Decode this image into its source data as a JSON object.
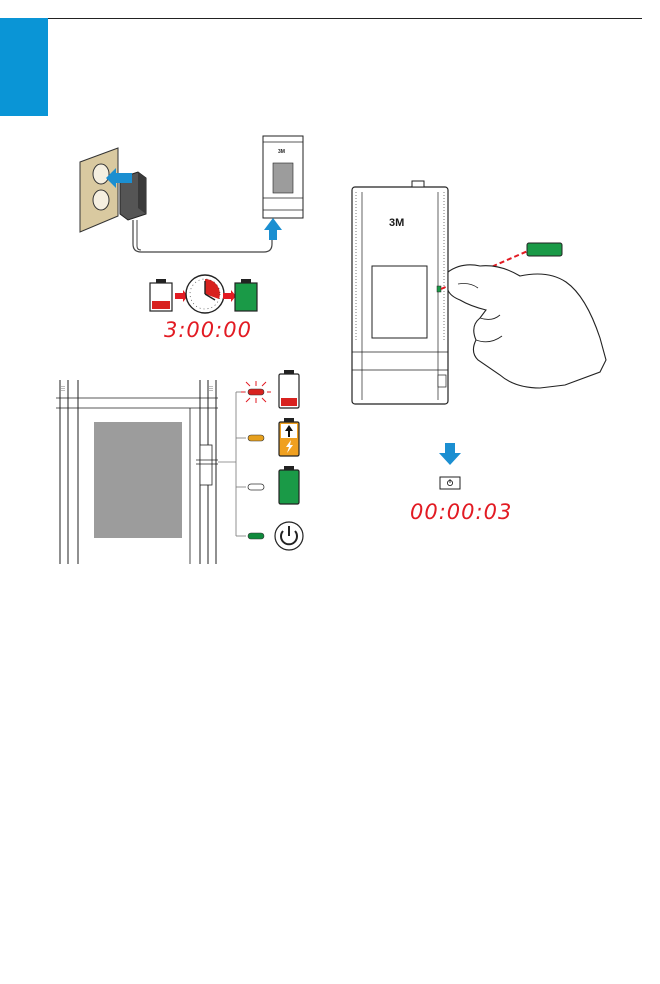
{
  "charging": {
    "duration": "3:00:00",
    "device_logo": "3M"
  },
  "activation": {
    "device_logo": "3M",
    "hold_time": "00:00:03",
    "power_symbol": "⏻"
  },
  "led_states": [
    {
      "led_color": "#d8221f",
      "meaning_icon": "battery-low-icon",
      "flashing": true
    },
    {
      "led_color": "#e6a01e",
      "meaning_icon": "battery-charging-icon",
      "flashing": false
    },
    {
      "led_color": "#ffffff",
      "meaning_icon": "battery-full-icon",
      "flashing": false
    },
    {
      "led_color": "#0f8a3c",
      "meaning_icon": "power-on-icon",
      "flashing": false
    }
  ],
  "colors": {
    "accent_blue": "#0a95d6",
    "timer_red": "#e21b23",
    "battery_green": "#1a9a47",
    "battery_red": "#d8221f",
    "charging_orange": "#f0a020",
    "outlet_tan": "#d9c9a0"
  }
}
